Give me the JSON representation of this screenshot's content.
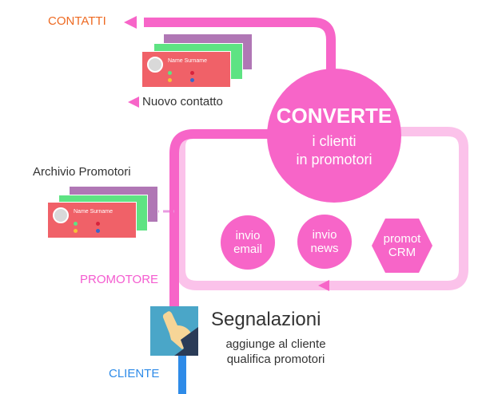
{
  "labels": {
    "contatti": "CONTATTI",
    "nuovo_contatto": "Nuovo contatto",
    "archivio_promotori": "Archivio Promotori",
    "promotore": "PROMOTORE",
    "cliente": "CLIENTE"
  },
  "center": {
    "title": "CONVERTE",
    "line1": "i clienti",
    "line2": "in promotori"
  },
  "actions": [
    {
      "line1": "invio",
      "line2": "email"
    },
    {
      "line1": "invio",
      "line2": "news"
    },
    {
      "line1": "promot",
      "line2": "CRM"
    }
  ],
  "card": {
    "name": "Name Surname"
  },
  "segnalazioni": {
    "title": "Segnalazioni",
    "line1": "aggiunge al cliente",
    "line2": "qualifica promotori"
  },
  "colors": {
    "pink": "#f765c8",
    "light_pink": "#fbc2ea",
    "blue": "#2e8be8",
    "orange": "#ee6a22"
  }
}
